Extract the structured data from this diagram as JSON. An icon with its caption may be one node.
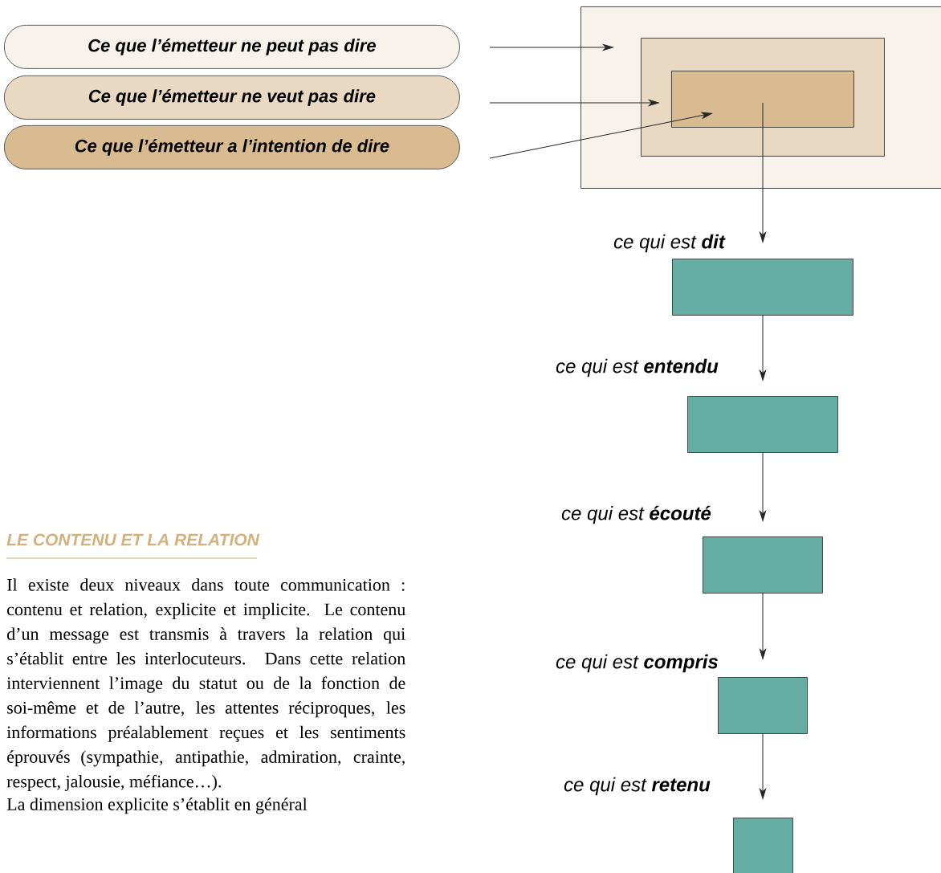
{
  "diagram": {
    "nodes": [
      {
        "text": [
          "Ce que l’émetteur ne peut pas dire"
        ]
      },
      {
        "text": [
          "Ce que l’émetteur ne veut pas dire"
        ]
      },
      {
        "text": [
          "Ce que l’émetteur a l’intention de dire"
        ]
      },
      {
        "text": [],
        "shape": "box"
      },
      {
        "text": [],
        "shape": "box",
        "in": 3
      },
      {
        "text": [],
        "shape": "box",
        "in": 4
      },
      {
        "text": [],
        "shape": "box"
      },
      {
        "text": [],
        "shape": "box"
      },
      {
        "text": [],
        "shape": "box"
      },
      {
        "text": [],
        "shape": "box"
      },
      {
        "text": [],
        "shape": "box"
      }
    ],
    "edges": [
      {
        "from": 0,
        "to": 3,
        "arrow": "to"
      },
      {
        "from": 1,
        "to": 4,
        "arrow": "to"
      },
      {
        "from": 2,
        "to": 5,
        "arrow": "to"
      },
      {
        "from": 5,
        "to": 6,
        "arrow": "to",
        "label": "ce qui est **dit**"
      },
      {
        "from": 6,
        "to": 7,
        "arrow": "to",
        "label": "ce qui est **entendu**"
      },
      {
        "from": 7,
        "to": 8,
        "arrow": "to",
        "label": "ce qui est **écouté**"
      },
      {
        "from": 8,
        "to": 9,
        "arrow": "to",
        "label": "ce qui est **compris**"
      },
      {
        "from": 9,
        "to": 10,
        "arrow": "to",
        "label": "ce qui est **retenu**"
      }
    ],
    "labels": [
      "LE CONTENU ET LA RELATION",
      "Il existe deux niveaux dans toute communication : contenu et relation, explicite et implicite. Le contenu d’un message est transmis à travers la relation qui s’établit entre les interlocuteurs. Dans cette relation interviennent l’image du statut ou de la fonction de soi-même et de l’autre, les attentes réciproques, les informations préalablement reçues et les sentiments éprouvés (sympathie, antipathie, admiration, crainte, respect, jalousie, méfiance…).",
      "La dimension explicite s’établit en général"
    ]
  }
}
